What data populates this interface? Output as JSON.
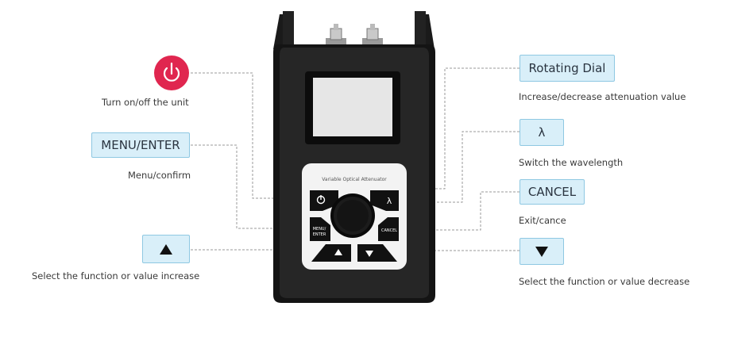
{
  "device": {
    "panel_title": "Variable Optical Attenuator",
    "btn_menu_line1": "MENU/",
    "btn_menu_line2": "ENTER",
    "btn_cancel": "CANCEL",
    "btn_lambda": "λ"
  },
  "callouts": {
    "power": {
      "desc": "Turn on/off the unit",
      "accent": "#e0264f"
    },
    "menu": {
      "label": "MENU/ENTER",
      "desc": "Menu/confirm"
    },
    "up": {
      "desc": "Select the function or value increase"
    },
    "dial": {
      "label": "Rotating Dial",
      "desc": "Increase/decrease attenuation value"
    },
    "lambda": {
      "label": "λ",
      "desc": "Switch the wavelength"
    },
    "cancel": {
      "label": "CANCEL",
      "desc": "Exit/cance"
    },
    "down": {
      "desc": "Select the function or value decrease"
    }
  },
  "colors": {
    "box_fill": "#d9eff9",
    "box_border": "#8ec8e2",
    "leader": "#9a9a9a"
  }
}
